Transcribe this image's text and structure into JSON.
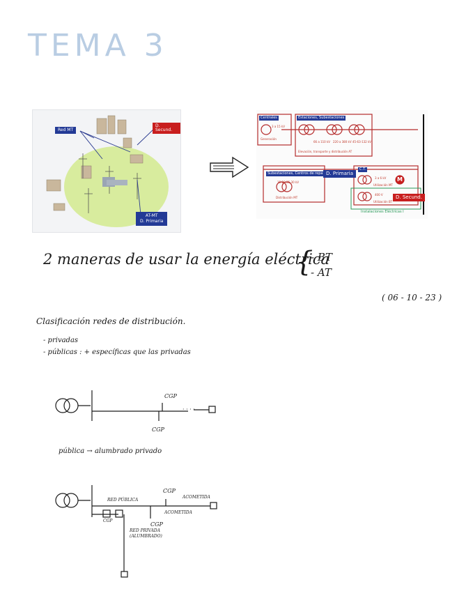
{
  "title": "TEMA 3",
  "left_figure": {
    "labels": {
      "red_mt": "Red MT",
      "d_secund": "D. Secund.",
      "at_mt": "AT-MT",
      "d_primaria": "D. Primaria"
    }
  },
  "right_figure": {
    "centrales": "Centrales",
    "estaciones": "Estaciones, Subestaciones",
    "generacion_kv": "3 a 15 kV",
    "generacion": "Generación",
    "elevacion": "Elevación, transporte y distribución AT",
    "kv_a": "66 a 110 kV",
    "kv_b": "220 a 380 kV",
    "kv_c": "45-63-132 kV",
    "subestaciones": "Subestaciones, Centros de reparto",
    "d_primaria": "D. Primaria",
    "ct": "C.T.",
    "dist_kv": "15-20-25-30 kV",
    "distribucion_mt": "Distribución MT",
    "util_kv": "3 a 6 kV",
    "utilizacion_mt": "Utilización MT",
    "bt_kv": "400 V",
    "utilizacion_bt": "Utilización BT",
    "d_secund": "D. Secund.",
    "motor": "M",
    "instalaciones": "Instalaciones Eléctricas I"
  },
  "notes": {
    "line1": "2 maneras de usar la energía eléctrica",
    "opt_bt": "- BT",
    "opt_at": "- AT",
    "date": "( 06 - 10 - 23 )",
    "heading": "Clasificación redes de distribución.",
    "item1": "- privadas",
    "item2": "- públicas : + específicas que las privadas",
    "public_note": "pública → alumbrado privado"
  },
  "diagram1": {
    "cgp_top": "CGP",
    "cgp_bottom": "CGP",
    "dots": "· · · ·"
  },
  "diagram2": {
    "cgp_top": "CGP",
    "red_publica": "RED PÚBLICA",
    "acometida_1": "ACOMETIDA",
    "acometida_2": "ACOMETIDA",
    "cgp_bottom": "CGP",
    "cgp_small": "CGP",
    "red_privada": "RED PRIVADA (ALUMBRADO)"
  }
}
